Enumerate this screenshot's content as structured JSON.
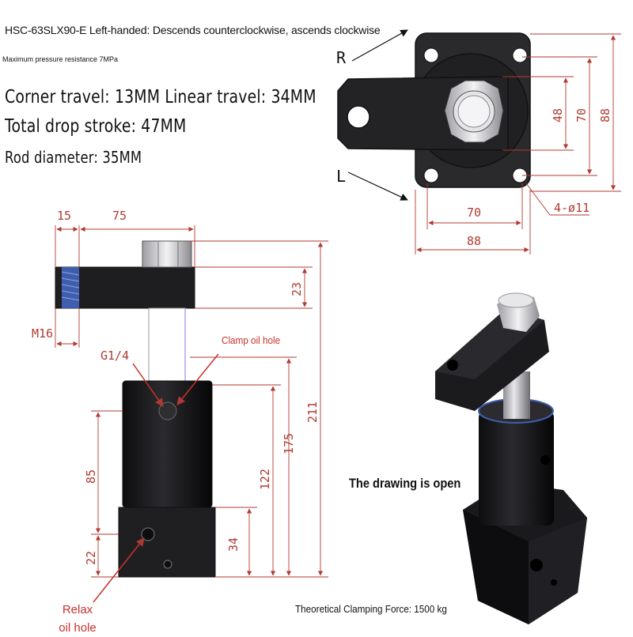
{
  "title": "HSC-63SLX90-E Left-handed: Descends counterclockwise, ascends clockwise",
  "pressure": "Maximum pressure resistance 7MPa",
  "specs": {
    "travel": "Corner travel: 13MM Linear travel: 34MM",
    "drop": "Total drop stroke: 47MM",
    "rod": "Rod diameter: 35MM"
  },
  "top_view": {
    "right_label": "R",
    "left_label": "L",
    "dim_48": "48",
    "dim_70v": "70",
    "dim_88v": "88",
    "dim_70h": "70",
    "dim_88h": "88",
    "holes": "4-ø11"
  },
  "side_view": {
    "dim_15": "15",
    "dim_75": "75",
    "dim_23": "23",
    "thread": "M16",
    "port": "G1/4",
    "dim_211": "211",
    "dim_175": "175",
    "dim_122": "122",
    "dim_85": "85",
    "dim_34": "34",
    "dim_22": "22"
  },
  "labels": {
    "clamp_hole": "Clamp oil hole",
    "relax_hole": "Relax oil hole",
    "drawing_open": "The drawing is open",
    "clamping_force": "Theoretical Clamping Force: 1500 kg"
  },
  "colors": {
    "dimension_red": "#c8312b",
    "body_black": "#1c1c1e"
  }
}
